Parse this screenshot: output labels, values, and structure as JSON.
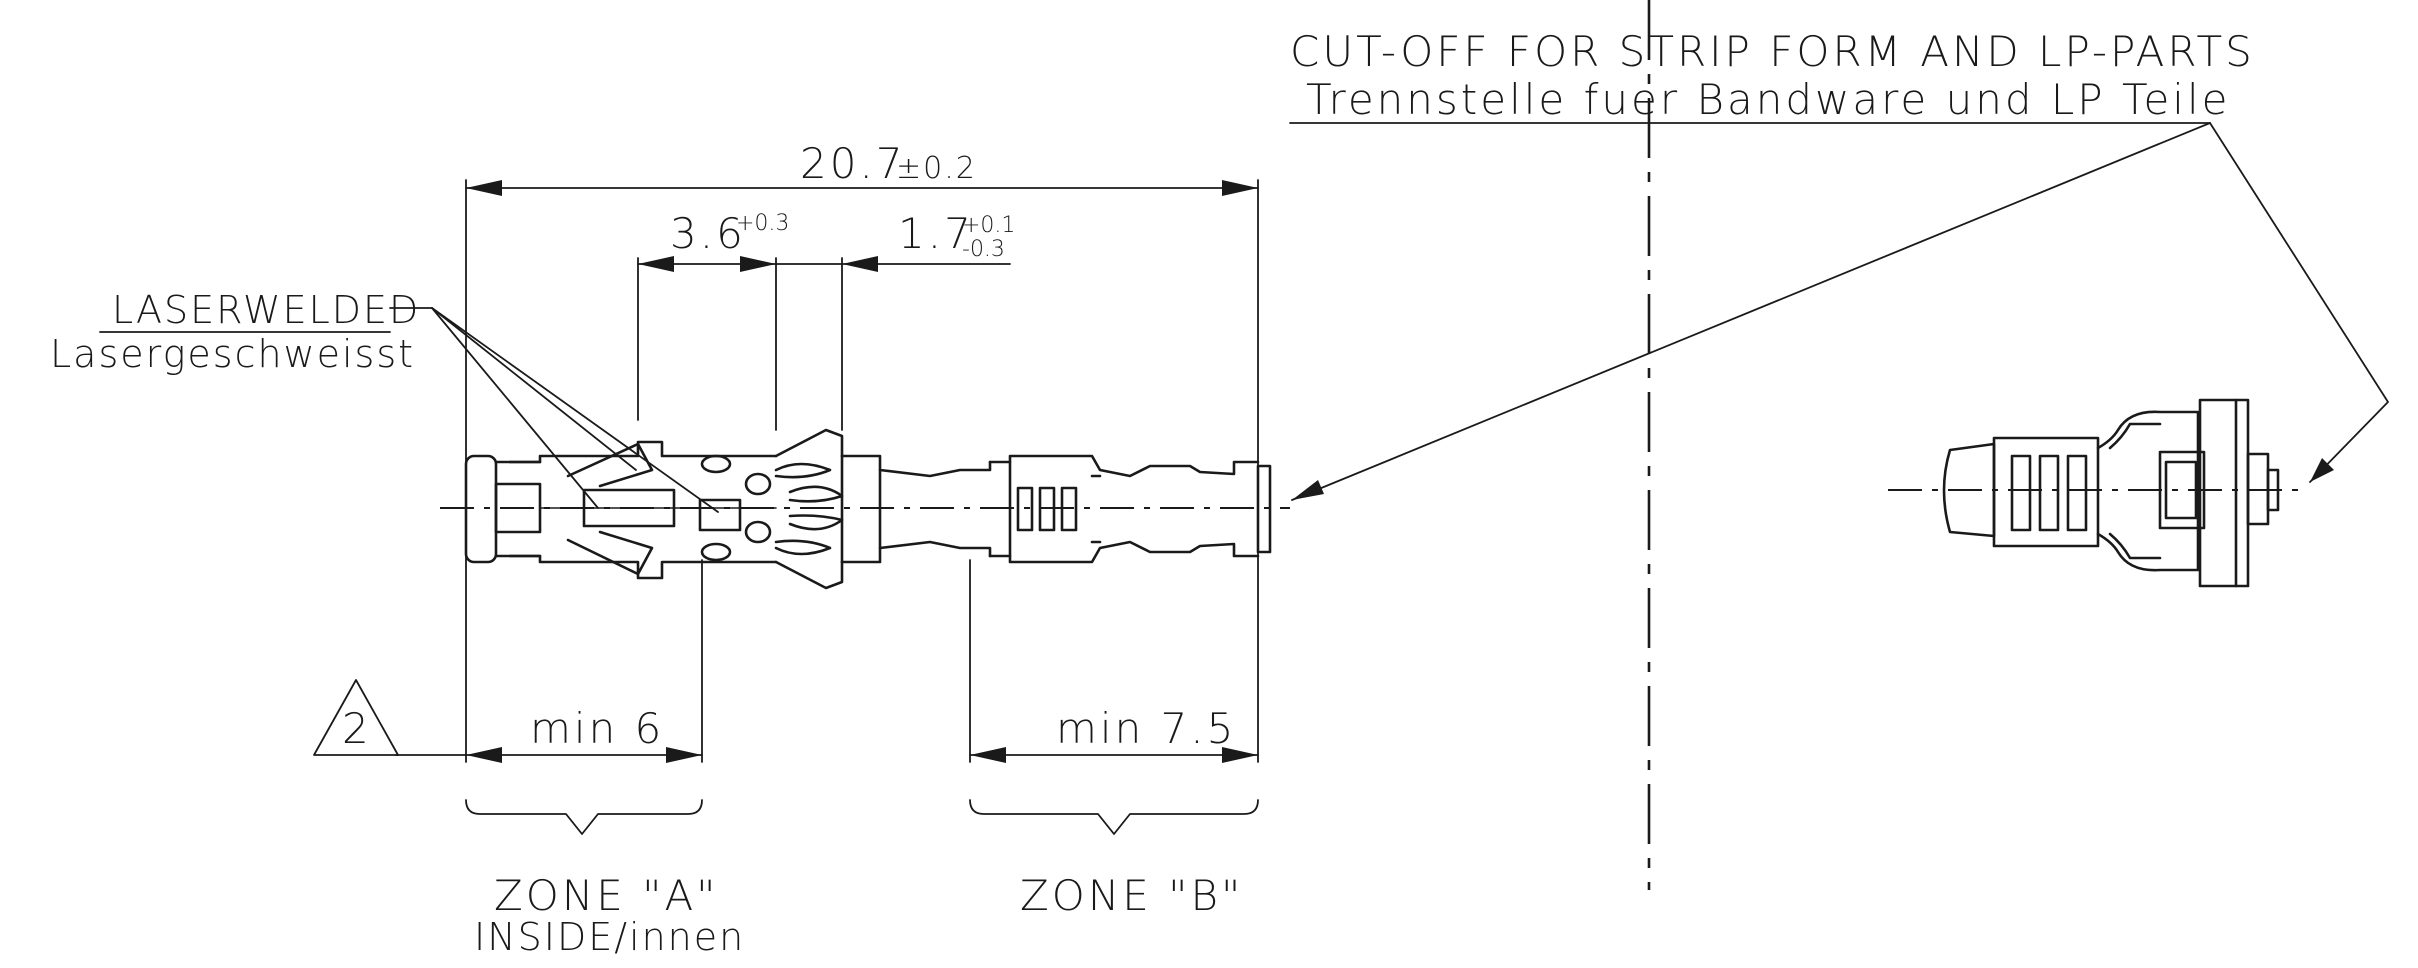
{
  "labels": {
    "cutoff_en": "CUT-OFF FOR STRIP FORM AND LP-PARTS",
    "cutoff_de": "Trennstelle fuer Bandware und LP Teile",
    "laser_en": "LASERWELDED",
    "laser_de": "Lasergeschweisst",
    "zone_a": "ZONE \"A\"",
    "zone_a_sub": "INSIDE/innen",
    "zone_b": "ZONE \"B\"",
    "note_number": "2"
  },
  "dimensions": {
    "overall": "20.7",
    "overall_tol": "±0.2",
    "d1": "3.6",
    "d1_tol": "+0.3",
    "d2": "1.7",
    "d2_tol_upper": "+0.1",
    "d2_tol_lower": "-0.3",
    "min_a": "min 6",
    "min_b": "min 7.5"
  }
}
